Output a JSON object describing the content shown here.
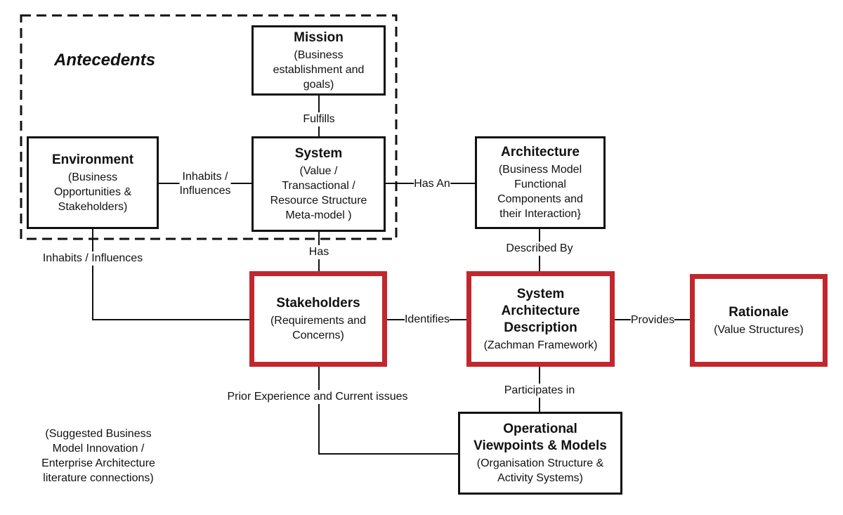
{
  "group": {
    "heading": "Antecedents"
  },
  "nodes": {
    "mission": {
      "title": "Mission",
      "desc": "(Business\nestablishment and\ngoals)"
    },
    "environment": {
      "title": "Environment",
      "desc": "(Business\nOpportunities &\nStakeholders)"
    },
    "system": {
      "title": "System",
      "desc": "(Value /\nTransactional /\nResource Structure\nMeta-model )"
    },
    "architecture": {
      "title": "Architecture",
      "desc": "(Business Model\nFunctional\nComponents and\ntheir Interaction}"
    },
    "stakeholders": {
      "title": "Stakeholders",
      "desc": "(Requirements and\nConcerns)"
    },
    "sad": {
      "title": "System\nArchitecture\nDescription",
      "desc": "(Zachman Framework)"
    },
    "rationale": {
      "title": "Rationale",
      "desc": "(Value Structures)"
    },
    "operational": {
      "title": "Operational\nViewpoints & Models",
      "desc": "(Organisation Structure &\nActivity Systems)"
    }
  },
  "edges": {
    "fulfills": "Fulfills",
    "inhabits_influences_1": "Inhabits /\nInfluences",
    "has_an": "Has An",
    "inhabits_influences_2": "Inhabits / Influences",
    "has": "Has",
    "described_by": "Described By",
    "identifies": "Identifies",
    "provides": "Provides",
    "prior_experience": "Prior Experience and Current issues",
    "participates_in": "Participates in"
  },
  "note": "(Suggested Business\nModel Innovation /\nEnterprise Architecture\nliterature connections)",
  "colors": {
    "highlight": "#c1272d",
    "line": "#111111"
  }
}
